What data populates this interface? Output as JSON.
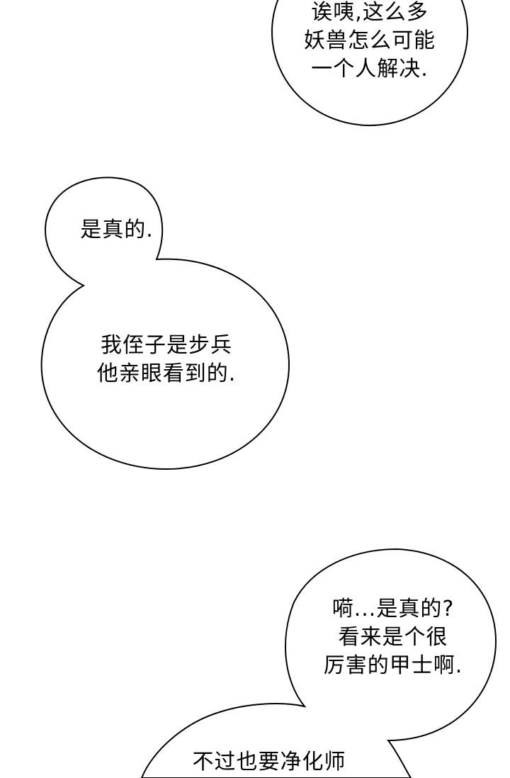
{
  "panel": {
    "background": "#ffffff",
    "stroke": "#000000",
    "bubbles": [
      {
        "id": "bubble-1",
        "lines": [
          "诶咦,这么多",
          "妖兽怎么可能",
          "一个人解决."
        ]
      },
      {
        "id": "bubble-2",
        "lines": [
          "是真的."
        ]
      },
      {
        "id": "bubble-3",
        "lines": [
          "我侄子是步兵",
          "他亲眼看到的."
        ]
      },
      {
        "id": "bubble-4",
        "lines": [
          "嗬...是真的?",
          "看来是个很",
          "厉害的甲士啊."
        ]
      },
      {
        "id": "bubble-5",
        "lines": [
          "不过也要净化师"
        ]
      }
    ]
  }
}
